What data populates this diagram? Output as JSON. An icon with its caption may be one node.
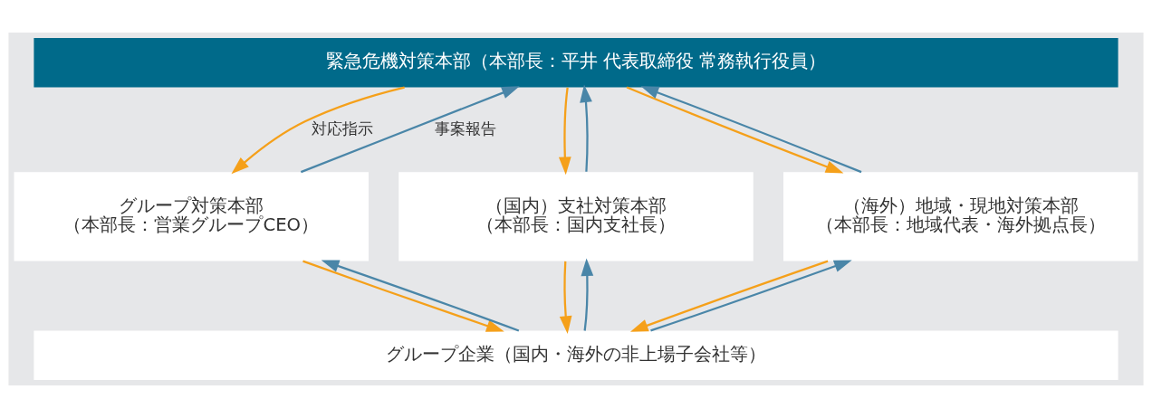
{
  "diagram": {
    "nodes": [
      {
        "text": [
          "緊急危機対策本部（本部長：平井 代表取締役 常務執行役員）"
        ]
      },
      {
        "text": [
          "グループ対策本部",
          "（本部長：営業グループCEO）"
        ]
      },
      {
        "text": [
          "（国内）支社対策本部",
          "（本部長：国内支社長）"
        ]
      },
      {
        "text": [
          "（海外）地域・現地対策本部",
          "（本部長：地域代表・海外拠点長）"
        ]
      },
      {
        "text": [
          "グループ企業（国内・海外の非上場子会社等）"
        ]
      }
    ],
    "edges": [
      {
        "from": 0,
        "to": 1,
        "arrow": "to",
        "label": "対応指示",
        "color": "#f5a01a"
      },
      {
        "from": 1,
        "to": 0,
        "arrow": "to",
        "label": "事案報告",
        "color": "#4a86a8"
      },
      {
        "from": 0,
        "to": 2,
        "arrow": "to",
        "color": "#f5a01a"
      },
      {
        "from": 2,
        "to": 0,
        "arrow": "to",
        "color": "#4a86a8"
      },
      {
        "from": 0,
        "to": 3,
        "arrow": "to",
        "color": "#f5a01a"
      },
      {
        "from": 3,
        "to": 0,
        "arrow": "to",
        "color": "#4a86a8"
      },
      {
        "from": 1,
        "to": 4,
        "arrow": "to",
        "color": "#f5a01a"
      },
      {
        "from": 4,
        "to": 1,
        "arrow": "to",
        "color": "#4a86a8"
      },
      {
        "from": 2,
        "to": 4,
        "arrow": "to",
        "color": "#f5a01a"
      },
      {
        "from": 4,
        "to": 2,
        "arrow": "to",
        "color": "#4a86a8"
      },
      {
        "from": 3,
        "to": 4,
        "arrow": "to",
        "color": "#f5a01a"
      },
      {
        "from": 4,
        "to": 3,
        "arrow": "to",
        "color": "#4a86a8"
      }
    ]
  }
}
